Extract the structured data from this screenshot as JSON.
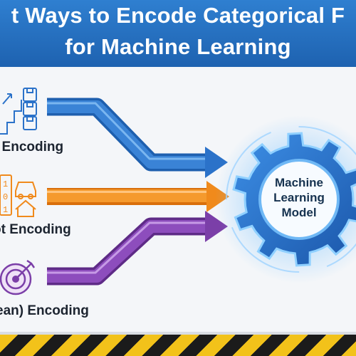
{
  "header": {
    "title_line1": "t Ways to Encode Categorical F",
    "title_line2": "for Machine Learning"
  },
  "encodings": [
    {
      "label": "l Encoding",
      "icon": "bar-chart-boxes-icon",
      "arrow_color": "#2b72c9"
    },
    {
      "label": "ot Encoding",
      "icon": "binary-car-house-icon",
      "arrow_color": "#f08a1c"
    },
    {
      "label": "ean) Encoding",
      "icon": "target-icon",
      "arrow_color": "#7b3fa8"
    }
  ],
  "model": {
    "line1": "Machine",
    "line2": "Learning",
    "line3": "Model",
    "icon": "gear-icon",
    "color": "#1f6fd0"
  },
  "footer": {
    "pattern": "hazard-stripes"
  }
}
